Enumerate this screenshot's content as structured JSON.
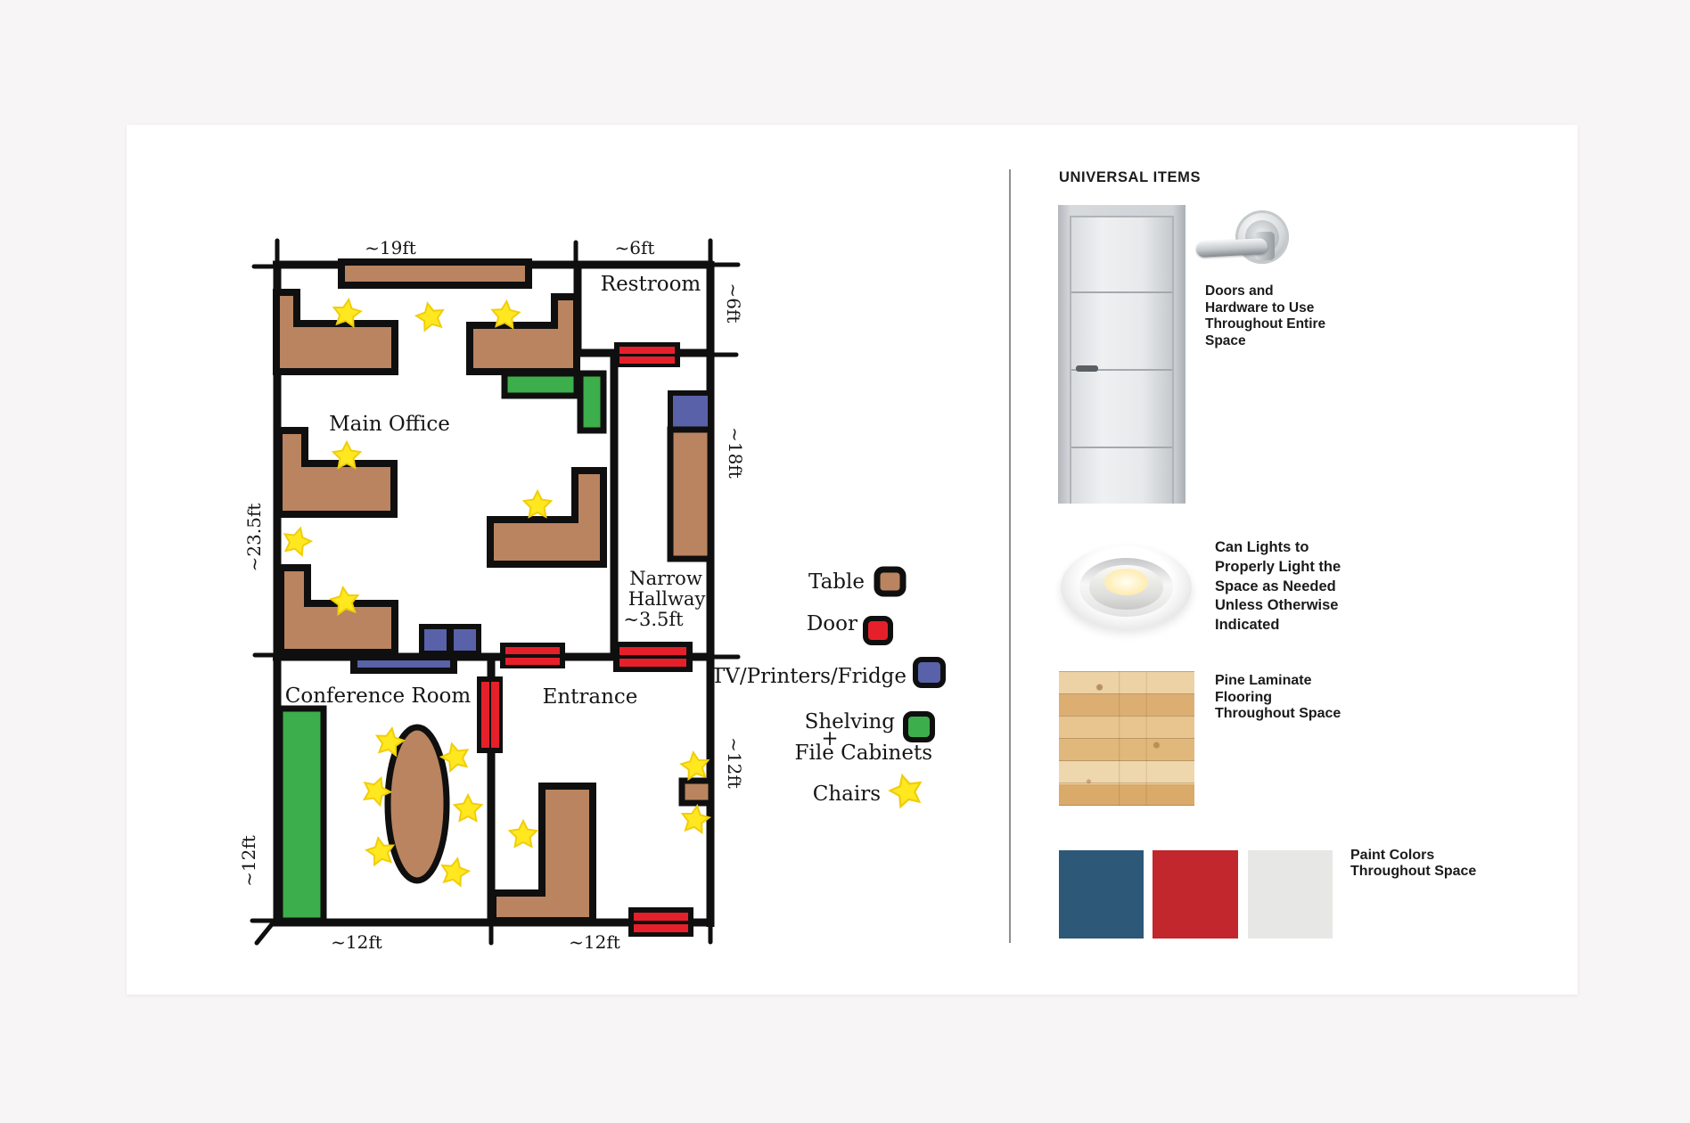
{
  "floor_plan": {
    "rooms": {
      "main_office": "Main Office",
      "restroom": "Restroom",
      "conference_room": "Conference Room",
      "entrance": "Entrance"
    },
    "hallway": {
      "line1": "Narrow",
      "line2": "Hallway",
      "line3": "~3.5ft"
    },
    "dims": {
      "office_top_width": "~19ft",
      "restroom_top_width": "~6ft",
      "restroom_right_height": "~6ft",
      "hallway_right_height": "~18ft",
      "office_left_height": "~23.5ft",
      "conference_left_height": "~12ft",
      "conference_bottom_width": "~12ft",
      "entrance_bottom_width": "~12ft",
      "entrance_right_height": "~12ft"
    }
  },
  "legend": {
    "table_label": "Table",
    "door_label": "Door",
    "tv_label": "TV/Printers/Fridge",
    "shelving_label_line1": "Shelving",
    "shelving_plus": "+",
    "shelving_label_line2": "File Cabinets",
    "chairs_label": "Chairs"
  },
  "universal_items": {
    "heading": "UNIVERSAL ITEMS",
    "doors_caption": [
      "Doors and",
      "Hardware to Use",
      "Throughout Entire",
      "Space"
    ],
    "can_lights_caption": [
      "Can Lights to",
      "Properly Light the",
      "Space as Needed",
      "Unless Otherwise",
      "Indicated"
    ],
    "flooring_caption": [
      "Pine Laminate",
      "Flooring",
      "Throughout Space"
    ],
    "paint_caption": [
      "Paint Colors",
      "Throughout Space"
    ],
    "figures": {
      "door": "white-interior-door",
      "handle": "lever-door-handle",
      "can_light": "recessed-can-light",
      "flooring": "pine-laminate-swatch"
    }
  },
  "palette": {
    "wall_black": "#0f0f0f",
    "table_brown": "#b9845f",
    "door_red": "#e6202a",
    "tv_blue": "#5961a8",
    "shelving_green": "#3cae4b",
    "chair_yellow": "#ffe81f",
    "paint_blue": "#2d5878",
    "paint_red": "#c1272d",
    "paint_gray": "#e7e7e5"
  }
}
